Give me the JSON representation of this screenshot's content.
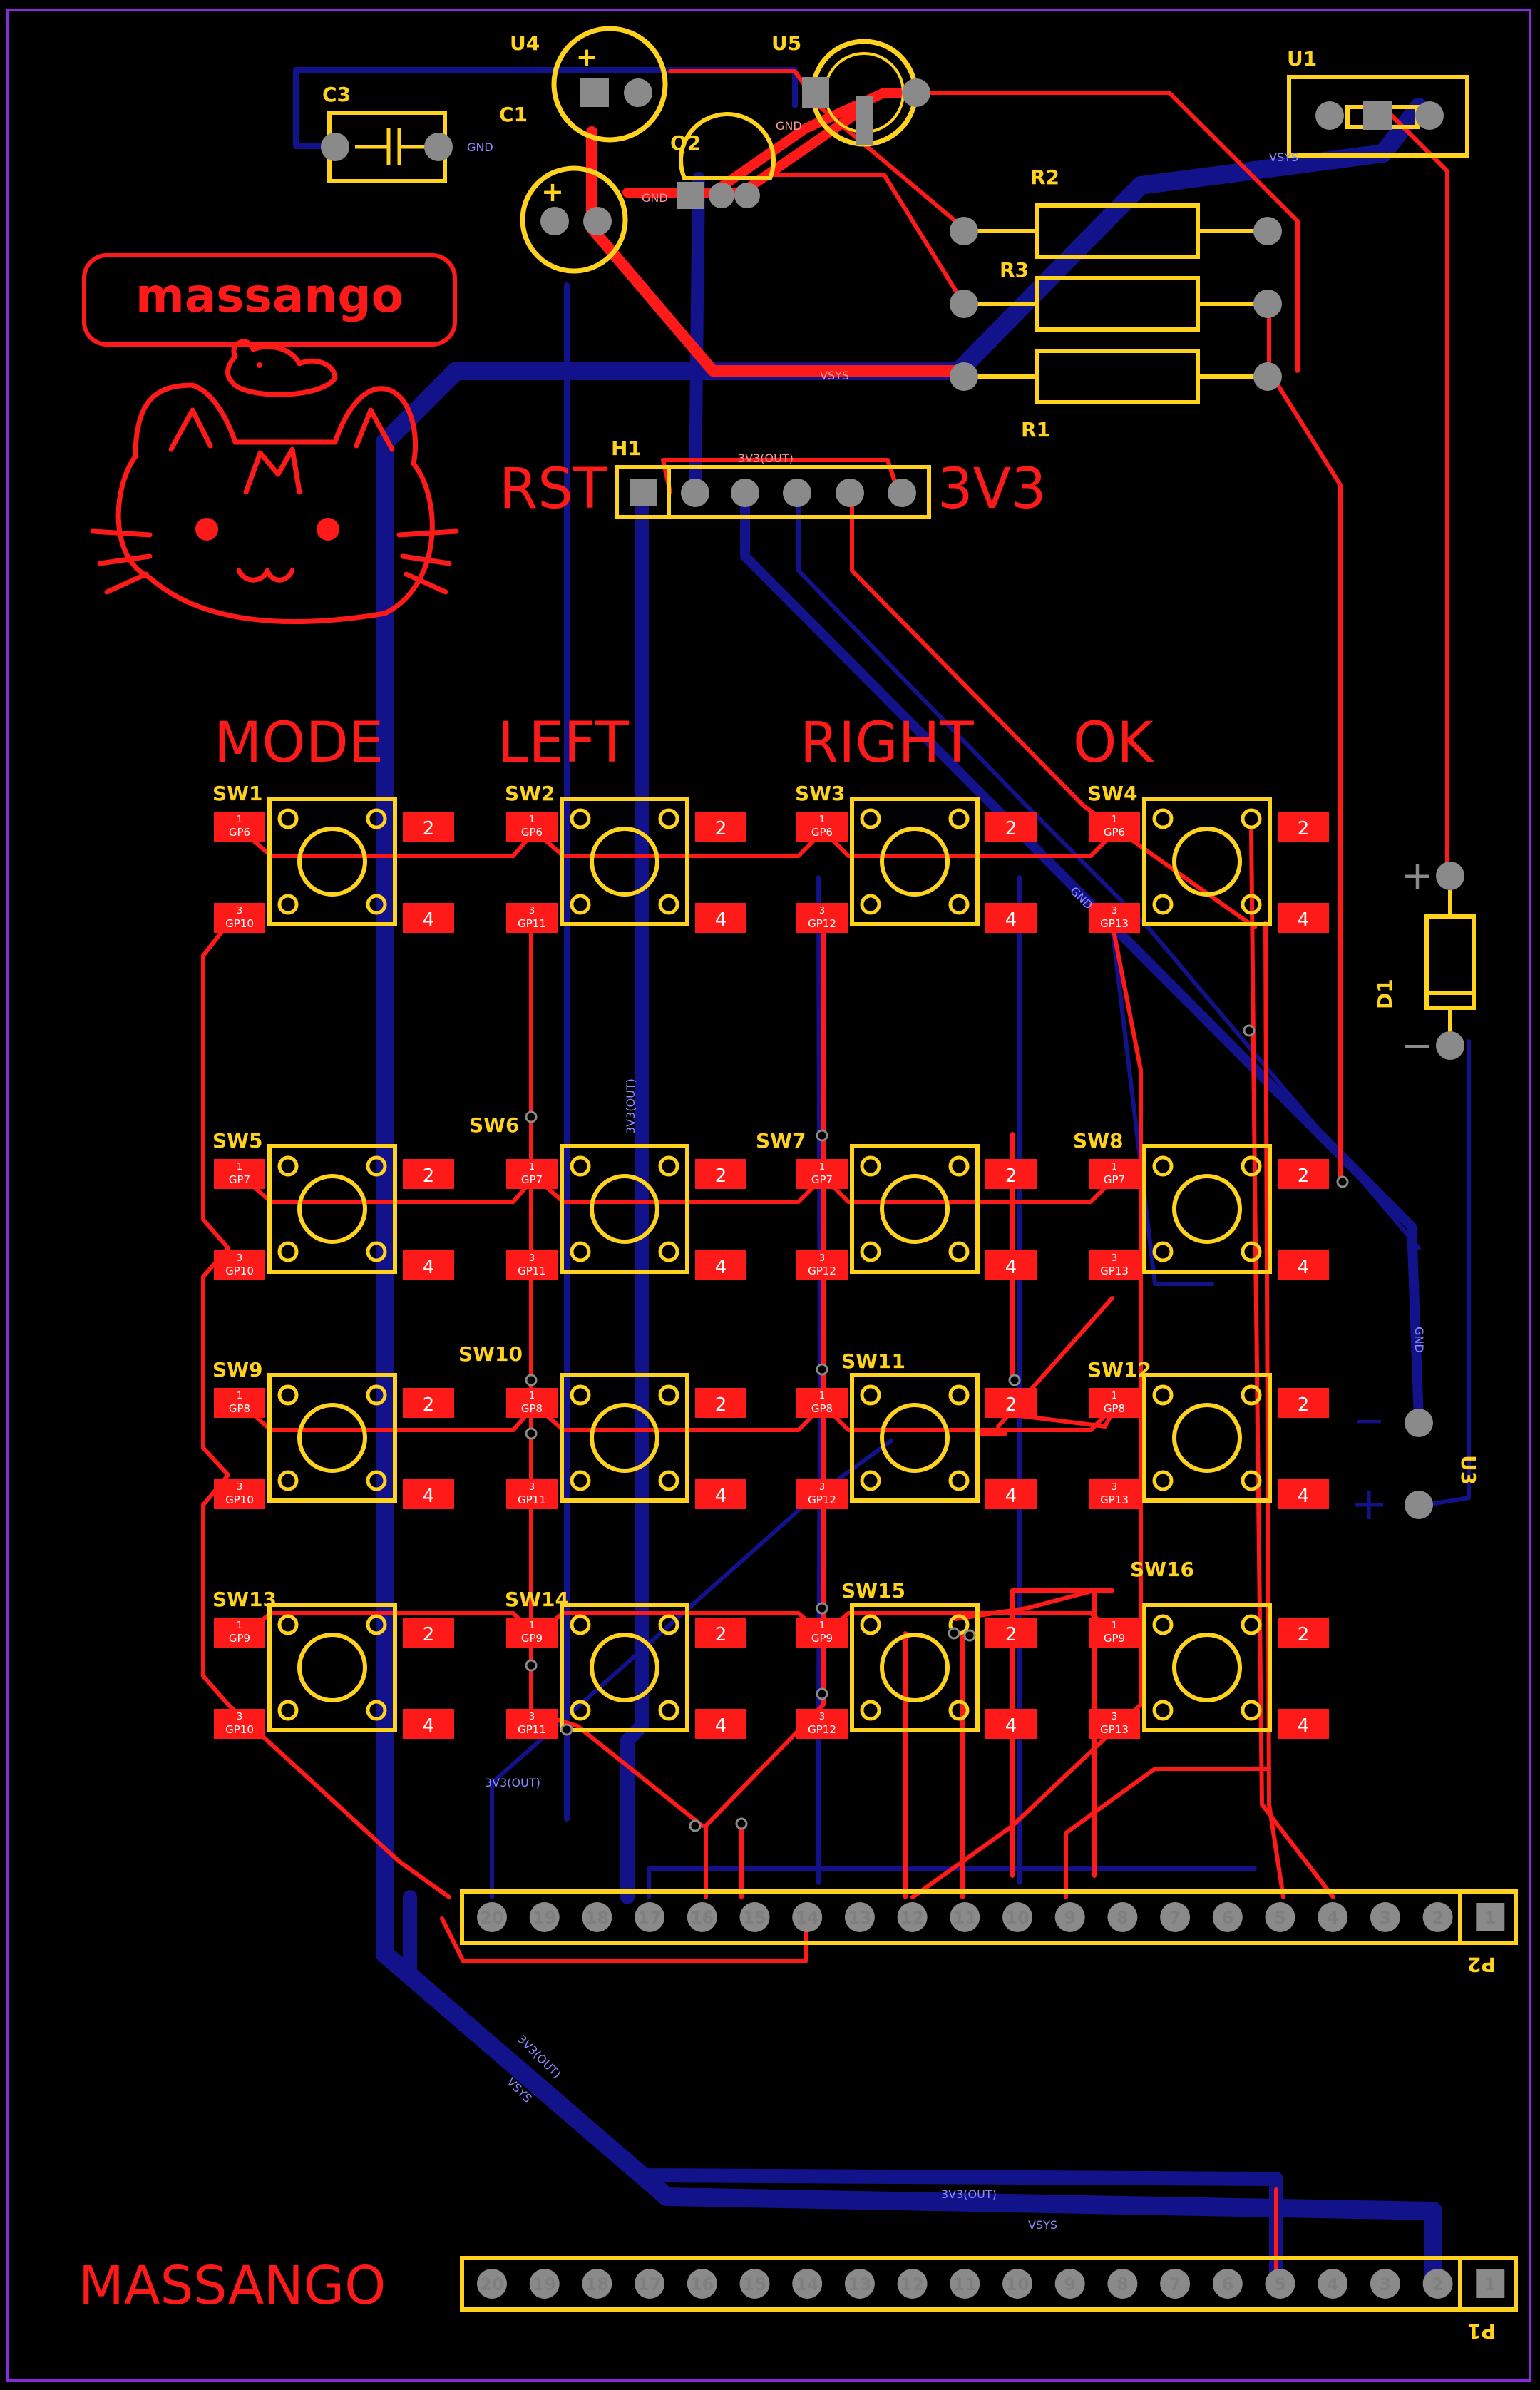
{
  "title": "massango",
  "footer_text": "MASSANGO",
  "h1_labels": {
    "left": "RST",
    "right": "3V3",
    "ref": "H1"
  },
  "column_labels": [
    "MODE",
    "LEFT",
    "RIGHT",
    "OK"
  ],
  "switches": [
    {
      "ref": "SW1",
      "gp1": "GP6",
      "gp3": "GP10"
    },
    {
      "ref": "SW2",
      "gp1": "GP6",
      "gp3": "GP11"
    },
    {
      "ref": "SW3",
      "gp1": "GP6",
      "gp3": "GP12"
    },
    {
      "ref": "SW4",
      "gp1": "GP6",
      "gp3": "GP13"
    },
    {
      "ref": "SW5",
      "gp1": "GP7",
      "gp3": "GP10"
    },
    {
      "ref": "SW6",
      "gp1": "GP7",
      "gp3": "GP11"
    },
    {
      "ref": "SW7",
      "gp1": "GP7",
      "gp3": "GP12"
    },
    {
      "ref": "SW8",
      "gp1": "GP7",
      "gp3": "GP13"
    },
    {
      "ref": "SW9",
      "gp1": "GP8",
      "gp3": "GP10"
    },
    {
      "ref": "SW10",
      "gp1": "GP8",
      "gp3": "GP11"
    },
    {
      "ref": "SW11",
      "gp1": "GP8",
      "gp3": "GP12"
    },
    {
      "ref": "SW12",
      "gp1": "GP8",
      "gp3": "GP13"
    },
    {
      "ref": "SW13",
      "gp1": "GP9",
      "gp3": "GP10"
    },
    {
      "ref": "SW14",
      "gp1": "GP9",
      "gp3": "GP11"
    },
    {
      "ref": "SW15",
      "gp1": "GP9",
      "gp3": "GP12"
    },
    {
      "ref": "SW16",
      "gp1": "GP9",
      "gp3": "GP13"
    }
  ],
  "pad_numbers": {
    "n1": "1",
    "n2": "2",
    "n3": "3",
    "n4": "4"
  },
  "components": {
    "u1": "U1",
    "u3": "U3",
    "u4": "U4",
    "u5": "U5",
    "c1": "C1",
    "c3": "C3",
    "q2": "Q2",
    "d1": "D1",
    "r1": "R1",
    "r2": "R2",
    "r3": "R3",
    "p1": "P1",
    "p2": "P2"
  },
  "headers": {
    "p2_pins": [
      "20",
      "19",
      "18",
      "17",
      "16",
      "15",
      "14",
      "13",
      "12",
      "11",
      "10",
      "9",
      "8",
      "7",
      "6",
      "5",
      "4",
      "3",
      "2",
      "1"
    ],
    "p1_pins": [
      "20",
      "19",
      "18",
      "17",
      "16",
      "15",
      "14",
      "13",
      "12",
      "11",
      "10",
      "9",
      "8",
      "7",
      "6",
      "5",
      "4",
      "3",
      "2",
      "1"
    ]
  },
  "net_labels": {
    "gnd": "GND",
    "vsys": "VSYS",
    "v3": "3V3(OUT)"
  },
  "u3_marks": {
    "minus": "−",
    "plus": "+"
  },
  "d1_marks": {
    "plus": "+",
    "minus": "−"
  },
  "colors": {
    "background": "#000000",
    "board_outline": "#8a2be2",
    "silkscreen": "#ffd21e",
    "top_copper": "#ff1a1a",
    "bottom_copper": "#12128a",
    "pad": "#8a8a8a"
  }
}
